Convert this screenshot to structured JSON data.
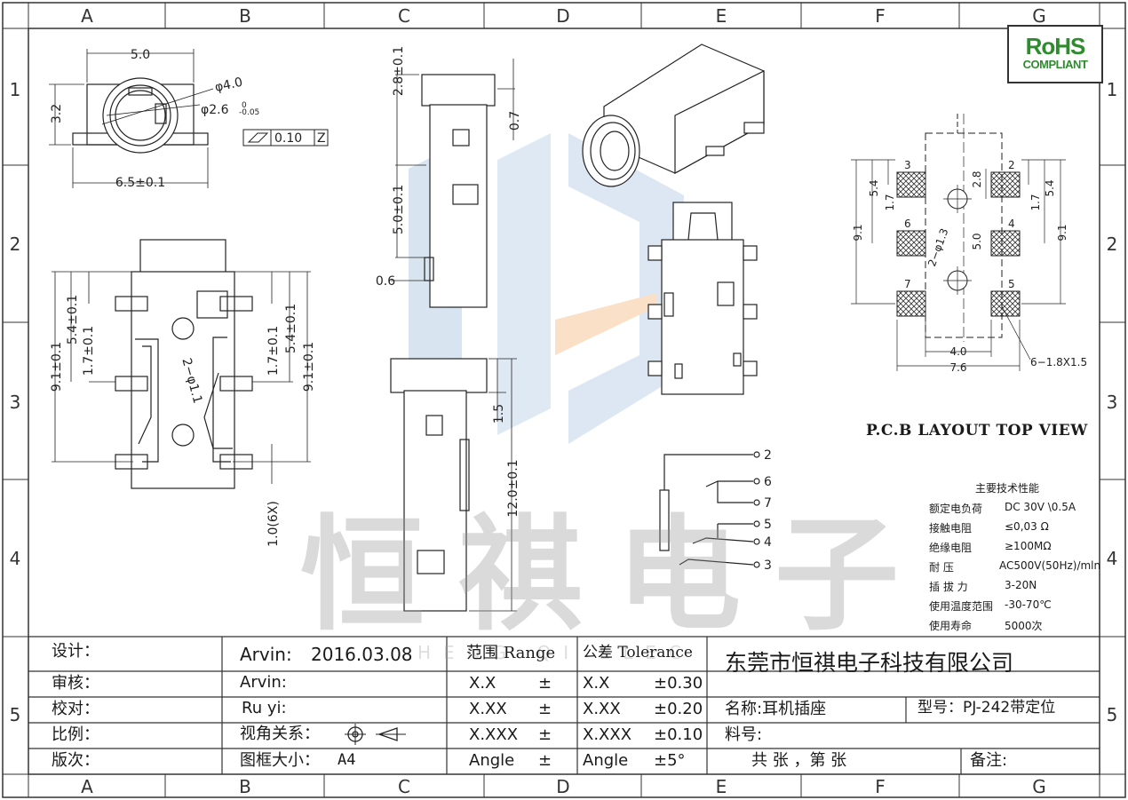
{
  "grid": {
    "columns": [
      "A",
      "B",
      "C",
      "D",
      "E",
      "F",
      "G"
    ],
    "rows": [
      "1",
      "2",
      "3",
      "4",
      "5"
    ]
  },
  "rohs": {
    "line1": "RoHS",
    "line2": "COMPLIANT"
  },
  "dims": {
    "front_width": "5.0",
    "front_height": "3.2",
    "phi4": "φ4.0",
    "phi26": "φ2.6",
    "phi26_tol": "0",
    "phi26_tol2": "-0.05",
    "flat_tol": "0.10",
    "flat_datum": "Z",
    "base_width": "6.5±0.1",
    "side_top": "2.8±0.1",
    "side_07": "0.7",
    "side_50": "5.0±0.1",
    "side_06": "0.6",
    "side_15": "1.5",
    "side_120": "12.0±0.1",
    "top_54_l": "5.4±0.1",
    "top_17_l": "1.7±0.1",
    "top_91_l": "9.1±0.1",
    "top_17_r": "1.7±0.1",
    "top_54_r": "5.4±0.1",
    "top_91_r": "9.1±0.1",
    "top_holes": "2−φ1.1",
    "top_10": "1.0(6X)",
    "pcb_54_l": "5.4",
    "pcb_17_l": "1.7",
    "pcb_91_l": "9.1",
    "pcb_28": "2.8",
    "pcb_holes": "2−φ1.3",
    "pcb_50": "5.0",
    "pcb_17_r": "1.7",
    "pcb_54_r": "5.4",
    "pcb_91_r": "9.1",
    "pcb_40": "4.0",
    "pcb_76": "7.6",
    "pcb_pads": "6−1.8X1.5"
  },
  "pcb_pads": [
    "3",
    "2",
    "6",
    "4",
    "7",
    "5"
  ],
  "pcb_title": "P.C.B LAYOUT TOP VIEW",
  "schematic_pins": [
    "2",
    "6",
    "7",
    "5",
    "4",
    "3"
  ],
  "specs": {
    "title": "主要技术性能",
    "rows": [
      {
        "k": "额定电负荷",
        "v": "DC 30V \\0.5A"
      },
      {
        "k": "接触电阻",
        "v": "≤0,03  Ω"
      },
      {
        "k": "绝缘电阻",
        "v": "≥100MΩ"
      },
      {
        "k": "耐      压",
        "v": "AC500V(50Hz)/mln"
      },
      {
        "k": "插 拔 力",
        "v": "3-20N"
      },
      {
        "k": "使用温度范围",
        "v": "-30-70℃"
      },
      {
        "k": "使用寿命",
        "v": "5000次"
      }
    ]
  },
  "watermark": "恒祺电子",
  "watermark_sub": "HENG QI ELEC",
  "title_block": {
    "labels": [
      "设计：",
      "审核：",
      "校对：",
      "比例：",
      "版次："
    ],
    "designer": "Arvin:",
    "design_date": "2016.03.08",
    "checker": "Arvin:",
    "proof": "Ru  yi:",
    "view_label": "视角关系：",
    "frame_label": "图框大小：",
    "frame_size": "A4",
    "range_header": "范围 Range",
    "tol_header": "公差 Tolerance",
    "ranges": [
      "X.X",
      "X.XX",
      "X.XXX",
      "Angle"
    ],
    "pm": "±",
    "tols": [
      {
        "k": "X.X",
        "v": "±0.30"
      },
      {
        "k": "X.XX",
        "v": "±0.20"
      },
      {
        "k": "X.XXX",
        "v": "±0.10"
      },
      {
        "k": "Angle",
        "v": "±5°"
      }
    ],
    "company": "东莞市恒祺电子科技有限公司",
    "name": "名称:耳机插座",
    "model": "型号：PJ-242带定位",
    "part_no": "料号:",
    "sheets": "共    张  ，第    张",
    "notes": "备注:"
  }
}
